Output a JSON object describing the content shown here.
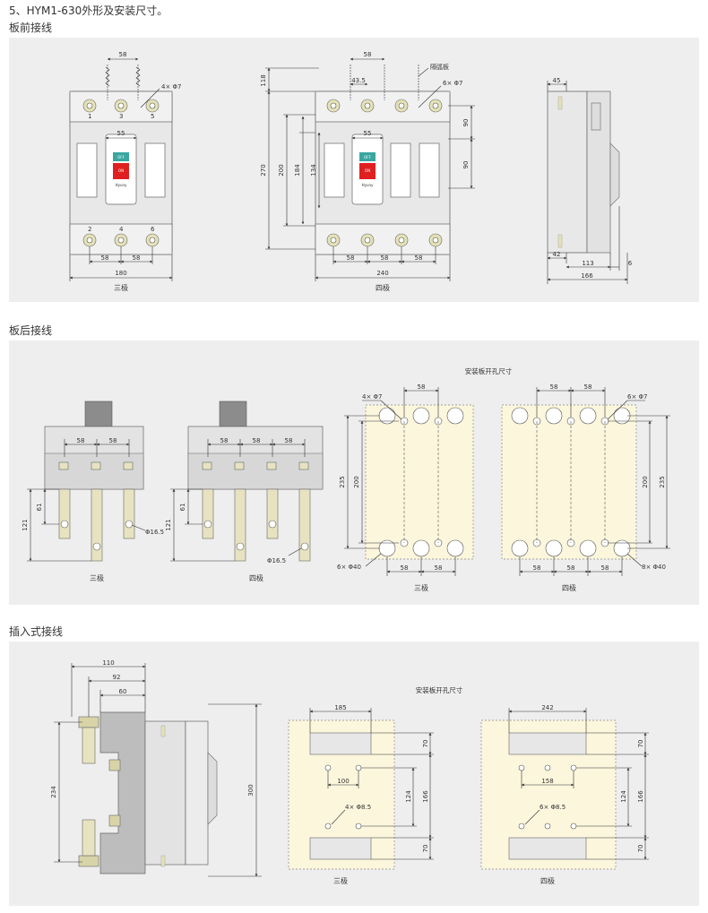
{
  "title": "5、HYM1-630外形及安装尺寸。",
  "sections": {
    "front": {
      "heading": "板前接线"
    },
    "back": {
      "heading": "板后接线"
    },
    "plugin": {
      "heading": "插入式接线"
    }
  },
  "front": {
    "three_pole": {
      "caption": "三极",
      "dims": {
        "top_pitch": "58",
        "holes": "4× Φ7",
        "handle": "55",
        "bottom_pitch_a": "58",
        "bottom_pitch_b": "58",
        "width": "180"
      },
      "terminal_nums_top": [
        "1",
        "3",
        "5"
      ],
      "terminal_nums_bottom": [
        "2",
        "4",
        "6"
      ]
    },
    "four_pole": {
      "caption": "四极",
      "dims": {
        "top_pitch": "58",
        "arc": "隔弧板",
        "offset": "43.5",
        "holes": "6× Φ7",
        "handle": "55",
        "h118": "118",
        "h270": "270",
        "h200": "200",
        "h184": "184",
        "h134": "134",
        "r90a": "90",
        "r90b": "90",
        "b58a": "58",
        "b58b": "58",
        "b58c": "58",
        "width": "240"
      }
    },
    "side": {
      "dims": {
        "d45": "45",
        "d42": "42",
        "d113": "113",
        "d6": "6",
        "d166": "166"
      }
    },
    "handle": {
      "off": "OFF",
      "on": "ON",
      "brand": "Hyuny"
    }
  },
  "back": {
    "three_pole": {
      "caption": "三极",
      "dims": {
        "p1": "58",
        "p2": "58",
        "h61": "61",
        "h121": "121",
        "dia": "Φ16.5"
      }
    },
    "four_pole": {
      "caption": "四极",
      "dims": {
        "p1": "58",
        "p2": "58",
        "p3": "58",
        "h61": "61",
        "h121": "121",
        "dia": "Φ16.5"
      }
    },
    "plate_title": "安装板开孔尺寸",
    "plate3": {
      "caption": "三极",
      "dims": {
        "top58": "58",
        "holes": "4× Φ7",
        "h235": "235",
        "h200": "200",
        "big": "6× Φ40",
        "b58a": "58",
        "b58b": "58"
      }
    },
    "plate4": {
      "caption": "四极",
      "dims": {
        "t58a": "58",
        "t58b": "58",
        "holes": "6× Φ7",
        "h200": "200",
        "h235": "235",
        "big": "8× Φ40",
        "b58a": "58",
        "b58b": "58",
        "b58c": "58"
      }
    }
  },
  "plugin": {
    "side_dims": {
      "d110": "110",
      "d92": "92",
      "d60": "60",
      "h234": "234",
      "h300": "300"
    },
    "plate_title": "安装板开孔尺寸",
    "plate3": {
      "caption": "三极",
      "dims": {
        "w185": "185",
        "w100": "100",
        "holes": "4× Φ8.5",
        "h70a": "70",
        "h124": "124",
        "h166": "166",
        "h70b": "70"
      }
    },
    "plate4": {
      "caption": "四极",
      "dims": {
        "w242": "242",
        "w158": "158",
        "holes": "6× Φ8.5",
        "h70a": "70",
        "h124": "124",
        "h166": "166",
        "h70b": "70"
      }
    }
  }
}
